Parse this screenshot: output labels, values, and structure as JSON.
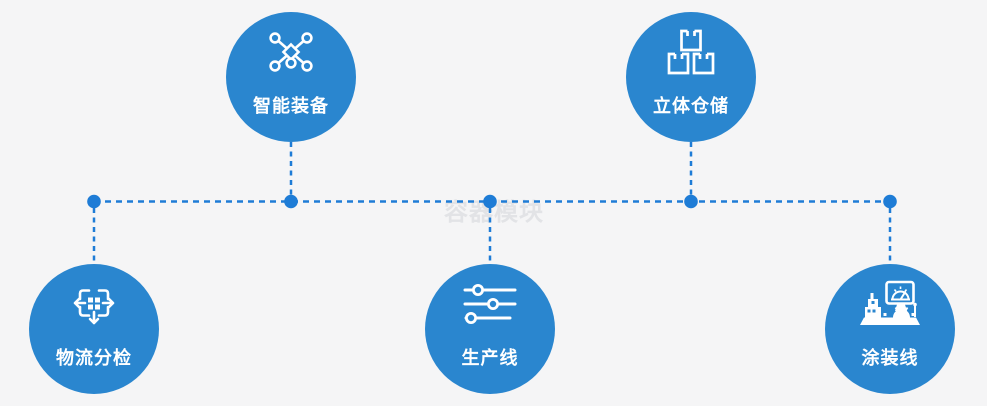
{
  "diagram": {
    "background_color": "#f5f5f6",
    "node_color": "#2a86cf",
    "line_color": "#1e7cd6",
    "label_color": "#ffffff",
    "watermark": {
      "text": "容器模块",
      "color": "#e2e3e6"
    },
    "nodes": [
      {
        "id": "smart-equipment",
        "label": "智能装备",
        "icon": "network-nodes-icon",
        "row": "top"
      },
      {
        "id": "stereoscopic-warehouse",
        "label": "立体仓储",
        "icon": "stacked-boxes-icon",
        "row": "top"
      },
      {
        "id": "logistics-sorting",
        "label": "物流分检",
        "icon": "sort-distribute-icon",
        "row": "bottom"
      },
      {
        "id": "production-line",
        "label": "生产线",
        "icon": "sliders-icon",
        "row": "bottom"
      },
      {
        "id": "coating-line",
        "label": "涂装线",
        "icon": "machine-console-icon",
        "row": "bottom"
      }
    ]
  }
}
